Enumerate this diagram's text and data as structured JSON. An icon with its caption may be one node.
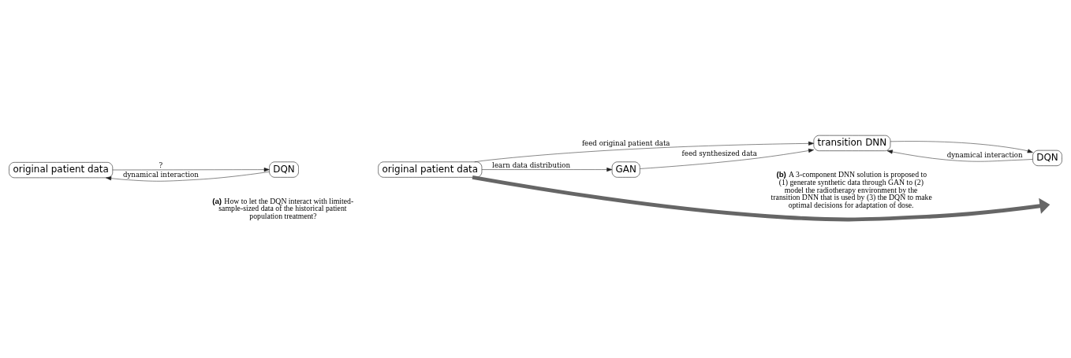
{
  "diagram": {
    "nodes": [
      {
        "text": [
          "original patient data"
        ]
      },
      {
        "text": [
          "DQN"
        ]
      },
      {
        "text": [
          "original patient data"
        ]
      },
      {
        "text": [
          "transition DNN"
        ]
      },
      {
        "text": [
          "GAN"
        ]
      },
      {
        "text": [
          "DQN"
        ]
      }
    ],
    "edges": [
      {
        "from": 1,
        "to": 0,
        "arrow": "to",
        "label": "dynamical interaction"
      },
      {
        "from": 0,
        "to": 1,
        "arrow": "to",
        "label": "?"
      },
      {
        "from": 2,
        "to": 3,
        "arrow": "to",
        "label": "feed original patient data"
      },
      {
        "from": 2,
        "to": 4,
        "arrow": "to",
        "label": "learn data distribution"
      },
      {
        "from": 4,
        "to": 3,
        "arrow": "to",
        "label": "feed synthesized data"
      },
      {
        "from": 3,
        "to": 5,
        "arrow": "to"
      },
      {
        "from": 5,
        "to": 3,
        "arrow": "to",
        "label": "dynamical interaction"
      },
      {
        "from": 2,
        "to": null,
        "arrow": "to",
        "style": "thick",
        "color": "#666666"
      }
    ],
    "labels": [
      "**(a)** How to let the DQN interact with limited-sample-sized data of the historical patient population treatment?",
      "**(b)** A 3-component DNN solution is proposed to (1) generate synthetic data through GAN to (2) model the radiotherapy environment by the transition DNN that is used by (3) the DQN to make optimal decisions for adaptation of dose."
    ]
  }
}
